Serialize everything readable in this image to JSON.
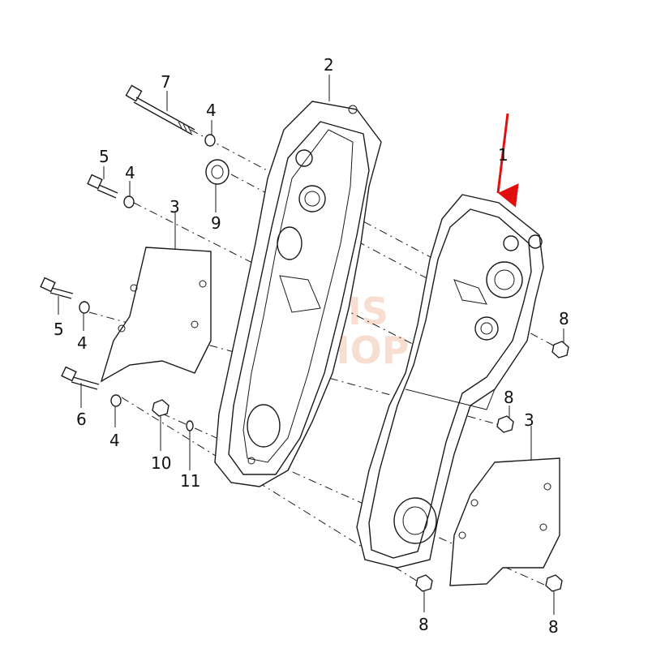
{
  "labels": {
    "p1": "1",
    "p2": "2",
    "p3a": "3",
    "p3b": "3",
    "p4a": "4",
    "p4b": "4",
    "p4c": "4",
    "p4d": "4",
    "p5a": "5",
    "p5b": "5",
    "p6": "6",
    "p7": "7",
    "p8a": "8",
    "p8b": "8",
    "p8c": "8",
    "p8d": "8",
    "p9": "9",
    "p10": "10",
    "p11": "11"
  },
  "watermark": {
    "line1": "MS",
    "line2": "SHOP"
  },
  "colors": {
    "indicator_arrow": "#e01010",
    "watermark": "#e9a27a"
  }
}
